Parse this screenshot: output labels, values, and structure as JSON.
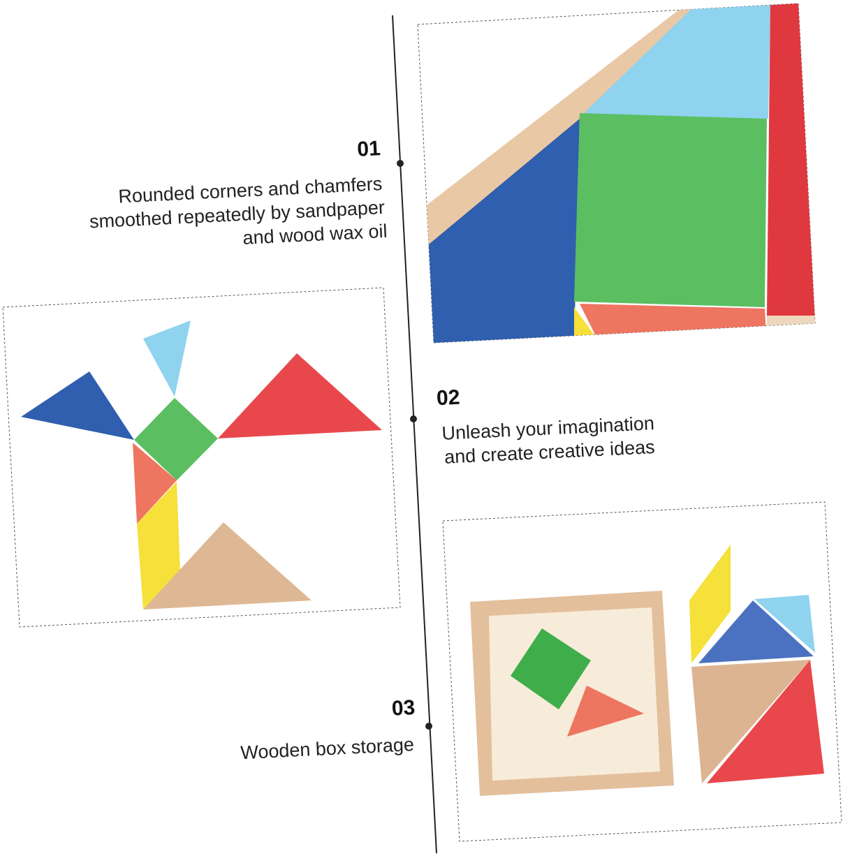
{
  "features": [
    {
      "number": "01",
      "lines": [
        "Rounded corners and chamfers",
        "smoothed repeatedly by sandpaper",
        "and wood wax oil"
      ]
    },
    {
      "number": "02",
      "lines": [
        "Unleash your imagination",
        "and create creative ideas"
      ]
    },
    {
      "number": "03",
      "lines": [
        "Wooden box storage"
      ]
    }
  ],
  "colors": {
    "blue": "#2f5fae",
    "light_blue": "#8fd3ef",
    "green": "#5bbf62",
    "red": "#e8484c",
    "salmon": "#ee7560",
    "yellow": "#f6e03a",
    "wood": "#e8c9a8"
  }
}
